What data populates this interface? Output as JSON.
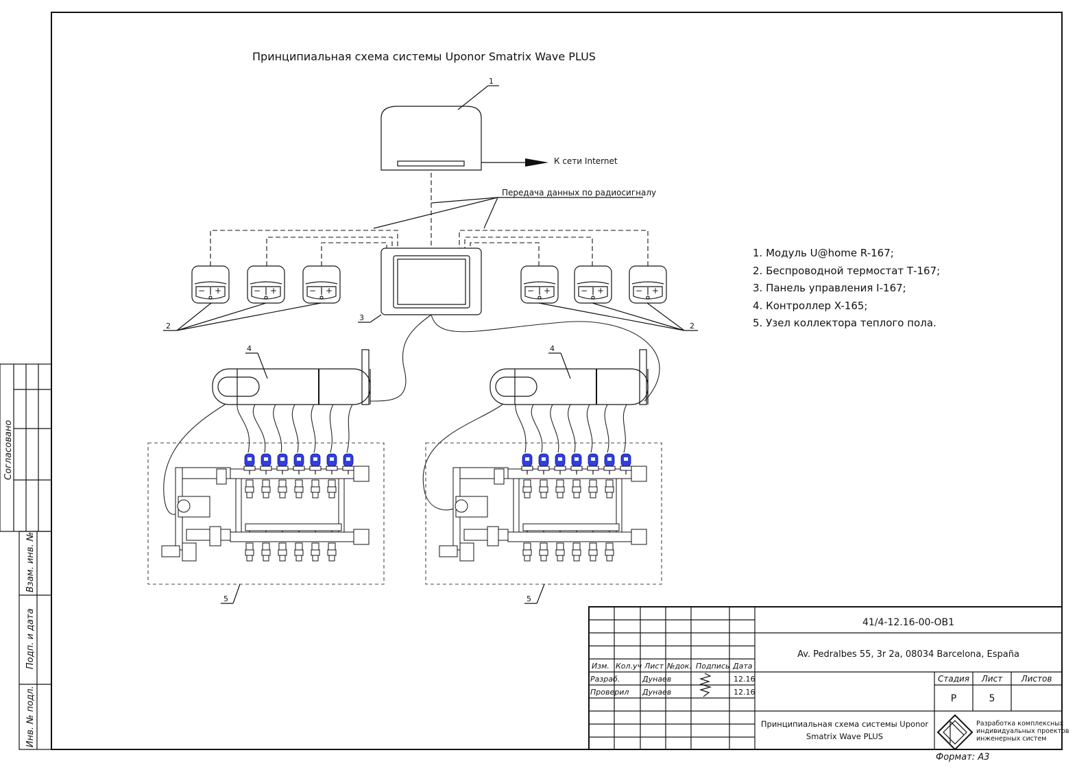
{
  "title": "Принципиальная схема системы Uponor Smatrix Wave PLUS",
  "labels": {
    "internet": "К сети Internet",
    "radio": "Передача данных по радиосигналу",
    "callout_1": "1",
    "callout_2": "2",
    "callout_3": "3",
    "callout_4": "4",
    "callout_5": "5"
  },
  "legend": [
    "1. Модуль U@home R-167;",
    "2. Беспроводной термостат Т-167;",
    "3. Панель управления I-167;",
    "4. Контроллер X-165;",
    "5. Узел коллектора теплого пола."
  ],
  "thermostat_symbols": {
    "minus": "−",
    "plus": "+"
  },
  "side_stamp": {
    "agreed": "Согласовано",
    "vzam": "Взам. инв. №",
    "podp": "Подп. и дата",
    "inv": "Инв. № подл."
  },
  "title_block": {
    "code": "41/4-12.16-00-ОВ1",
    "address": "Av. Pedralbes 55, 3r 2a, 08034 Barcelona, España",
    "headers": [
      "Изм.",
      "Кол.уч",
      "Лист",
      "№док.",
      "Подпись",
      "Дата"
    ],
    "rows": [
      {
        "role": "Разраб.",
        "name": "Дунаев",
        "date": "12.16"
      },
      {
        "role": "Проверил",
        "name": "Дунаев",
        "date": "12.16"
      }
    ],
    "stage_header": "Стадия",
    "sheet_header": "Лист",
    "sheets_header": "Листов",
    "stage": "Р",
    "sheet": "5",
    "sheets": "",
    "drawing_name_line1": "Принципиальная схема системы Uponor",
    "drawing_name_line2": "Smatrix Wave PLUS",
    "company_line1": "Разработка комплексных",
    "company_line2": "индивидуальных проектов",
    "company_line3": "инженерных систем",
    "format": "Формат: А3"
  },
  "colors": {
    "actuator": "#2f3fe0",
    "line": "#111111"
  }
}
